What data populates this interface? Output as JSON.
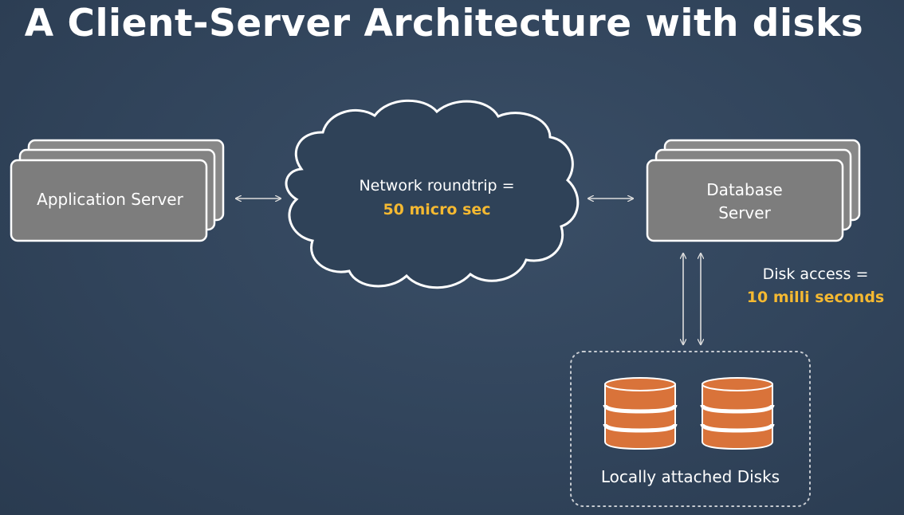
{
  "title": "A Client-Server Architecture with disks",
  "nodes": {
    "app_server": "Application Server",
    "database_server": "Database\nServer",
    "disks_caption": "Locally attached Disks"
  },
  "network": {
    "label": "Network roundtrip =",
    "value": "50 micro sec"
  },
  "disk": {
    "label": "Disk access =",
    "value": "10 milli seconds"
  },
  "colors": {
    "background": "#31445b",
    "box_fill": "#7d7d7d",
    "accent": "#f5b931",
    "disk_fill": "#d9733a"
  }
}
